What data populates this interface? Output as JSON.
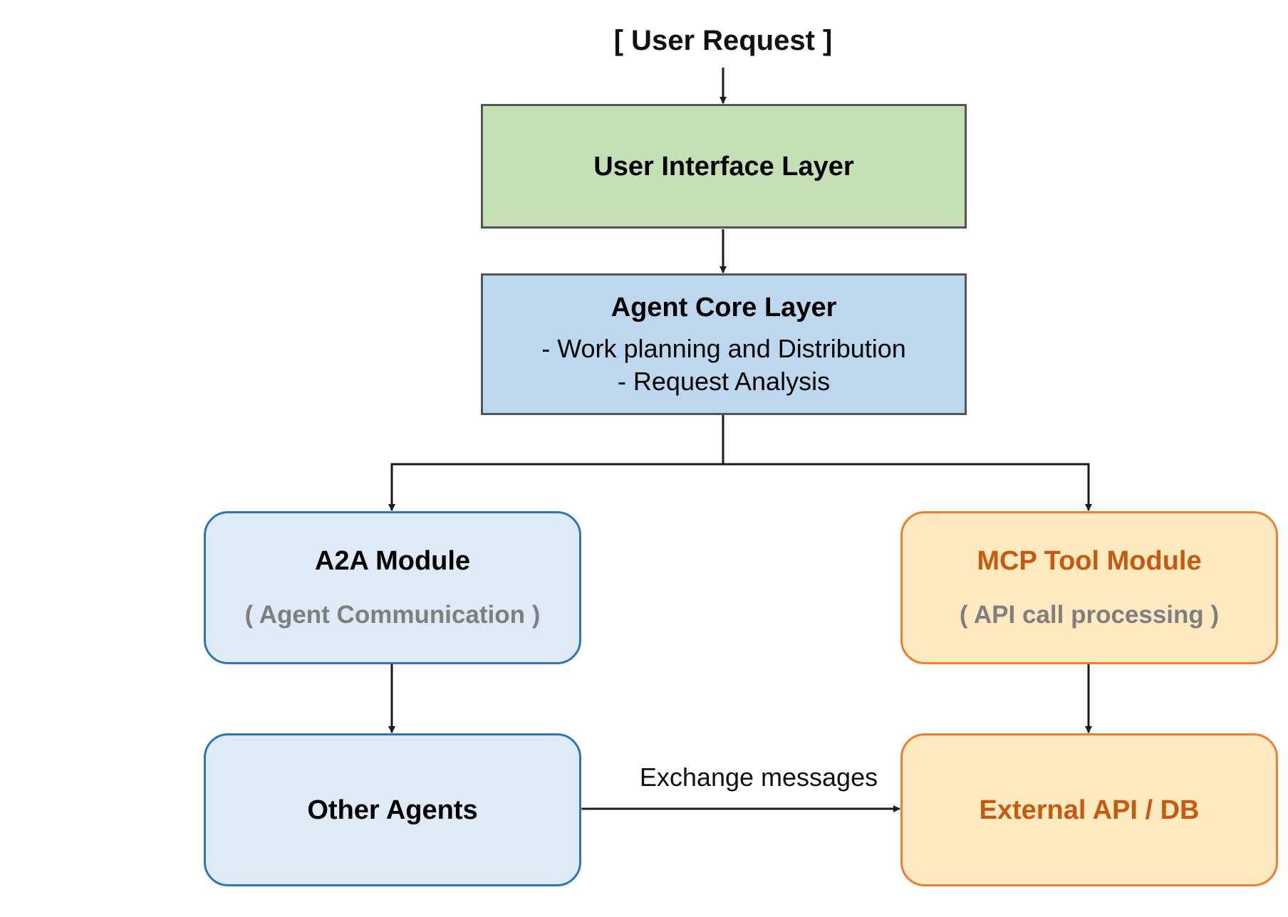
{
  "diagram": {
    "user_request": "[  User Request  ]",
    "ui_layer": {
      "title": "User Interface Layer"
    },
    "core_layer": {
      "title": "Agent Core Layer",
      "line1": "- Work planning  and Distribution",
      "line2": "- Request Analysis"
    },
    "a2a": {
      "title": "A2A Module",
      "subtitle": "( Agent Communication )"
    },
    "mcp": {
      "title": "MCP Tool Module",
      "subtitle": "( API  call  processing )"
    },
    "other_agents": {
      "title": "Other Agents"
    },
    "external": {
      "title": "External API  /  DB"
    },
    "exchange_label": "Exchange messages"
  },
  "colors": {
    "ui_fill": "#c5e0b4",
    "core_fill": "#bdd7ee",
    "blue_fill": "#deebf7",
    "blue_border": "#2e75b6",
    "orange_fill": "#ffe9c0",
    "orange_border": "#ed7d31",
    "orange_text": "#c55a11",
    "grey_text": "#7f7f7f",
    "line": "#1a1a1a"
  }
}
